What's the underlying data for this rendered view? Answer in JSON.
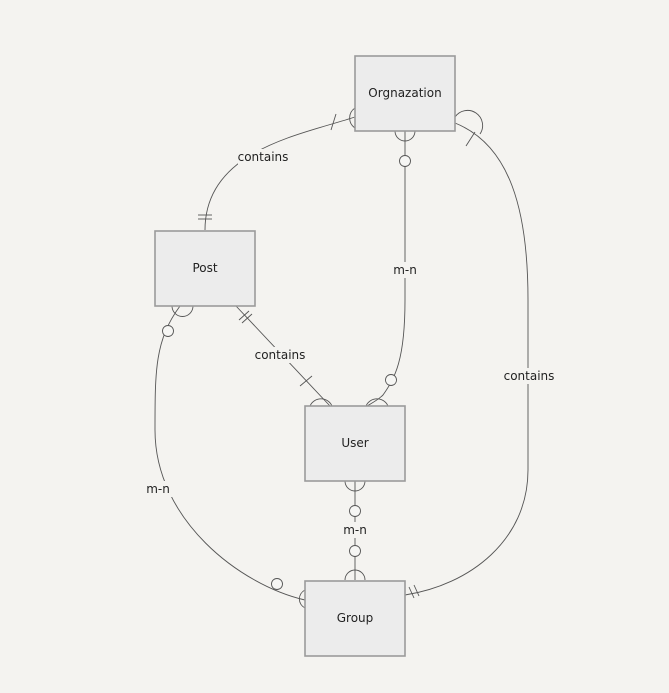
{
  "diagram": {
    "entities": {
      "organization": "Orgnazation",
      "post": "Post",
      "user": "User",
      "group": "Group"
    },
    "relations": {
      "org_post": "contains",
      "org_user": "m-n",
      "org_group": "contains",
      "post_user": "contains",
      "post_group": "m-n",
      "user_group": "m-n"
    }
  }
}
